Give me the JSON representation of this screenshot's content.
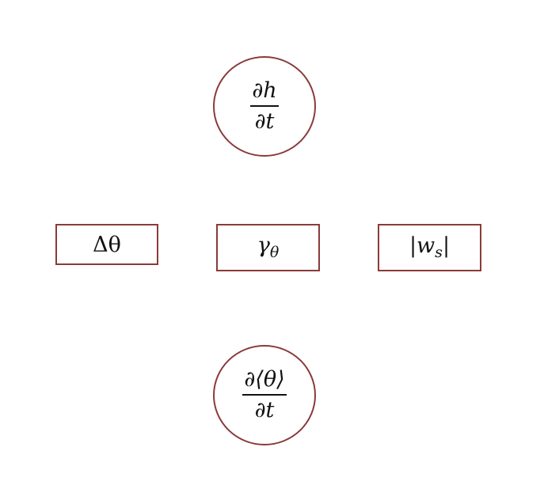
{
  "colors": {
    "node_border": "#8b3a3a",
    "text": "#111111",
    "background": "#ffffff"
  },
  "nodes": {
    "top": {
      "shape": "circle",
      "numerator": "∂h",
      "denominator": "∂t"
    },
    "left": {
      "shape": "rectangle",
      "label": "Δθ"
    },
    "center": {
      "shape": "rectangle",
      "base": "γ",
      "subscript": "θ"
    },
    "right": {
      "shape": "rectangle",
      "open": "|w",
      "subscript": "s",
      "close": "|"
    },
    "bottom": {
      "shape": "circle",
      "numerator": "∂⟨θ⟩",
      "denominator": "∂t"
    }
  }
}
